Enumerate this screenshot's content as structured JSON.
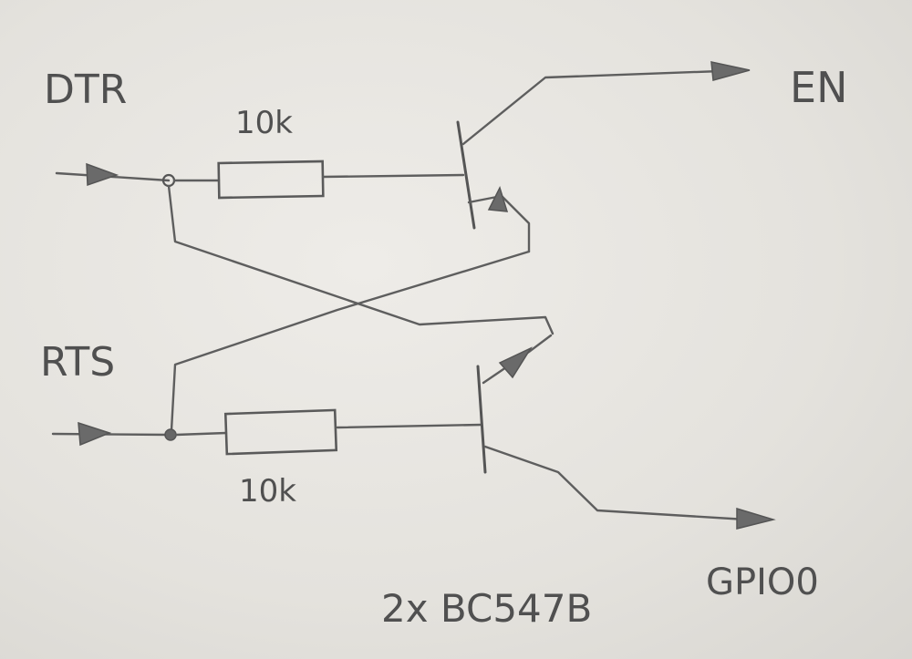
{
  "labels": {
    "dtr": "DTR",
    "rts": "RTS",
    "en": "EN",
    "gpio0": "GPIO0",
    "resistor_top": "10k",
    "resistor_bottom": "10k",
    "parts": "2x BC547B"
  },
  "colors": {
    "paper": "#e6e4df",
    "pencil": "#5e5e5e"
  }
}
